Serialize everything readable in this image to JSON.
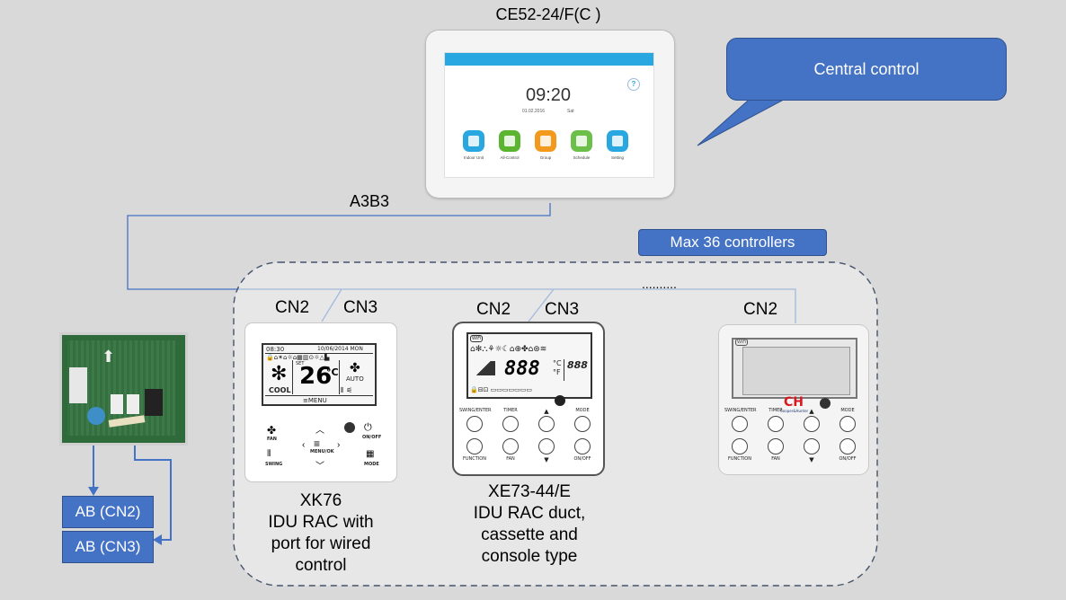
{
  "central": {
    "model": "CE52-24/F(C )",
    "time": "09:20",
    "date": "01.02.2016",
    "day": "Sat",
    "help_glyph": "?",
    "apps": [
      {
        "label": "Indoor Unit",
        "color": "#29a7e1"
      },
      {
        "label": "All-Control",
        "color": "#5cb531"
      },
      {
        "label": "Group",
        "color": "#f39a1e"
      },
      {
        "label": "Schedule",
        "color": "#6cc04a"
      },
      {
        "label": "Setting",
        "color": "#29a7e1"
      }
    ]
  },
  "callout": {
    "text": "Central control",
    "color": "#4472c4"
  },
  "bus_label": "A3B3",
  "max_badge": "Max 36 controllers",
  "ellipsis": "..........",
  "ports": {
    "cn2": "CN2",
    "cn3": "CN3"
  },
  "pcb_labels": [
    "AB (CN2)",
    "AB (CN3)"
  ],
  "xk76": {
    "caption": [
      "XK76",
      "IDU RAC with",
      "port for wired",
      "control"
    ],
    "lcd_time": "08:30",
    "lcd_date": "10/06/2014 MON",
    "mode": "COOL",
    "set_label": "SET",
    "temp": "26",
    "temp_unit": "°C",
    "fan_mode": "AUTO",
    "menu": "≡MENU",
    "buttons": [
      "FAN",
      "SWING",
      "MENU/OK",
      "ON/OFF",
      "MODE"
    ]
  },
  "xe73": {
    "caption": [
      "XE73-44/E",
      "IDU RAC duct,",
      "cassette and",
      "console type"
    ],
    "badge": "WiFi",
    "digits": "888",
    "unit_c": "°C",
    "unit_f": "°F",
    "small_digits": "888",
    "buttons": [
      "SWING/ENTER",
      "TIMER",
      "▲",
      "MODE",
      "FUNCTION",
      "FAN",
      "▼",
      "ON/OFF"
    ]
  },
  "third": {
    "badge": "WiFi",
    "logo": "CH",
    "logo_sub": "Cooper&Hunter",
    "buttons": [
      "SWING/ENTER",
      "TIMER",
      "▲",
      "MODE",
      "FUNCTION",
      "FAN",
      "▼",
      "ON/OFF"
    ]
  },
  "colors": {
    "line": "#4472c4",
    "pcb": "#2f6b3a"
  }
}
